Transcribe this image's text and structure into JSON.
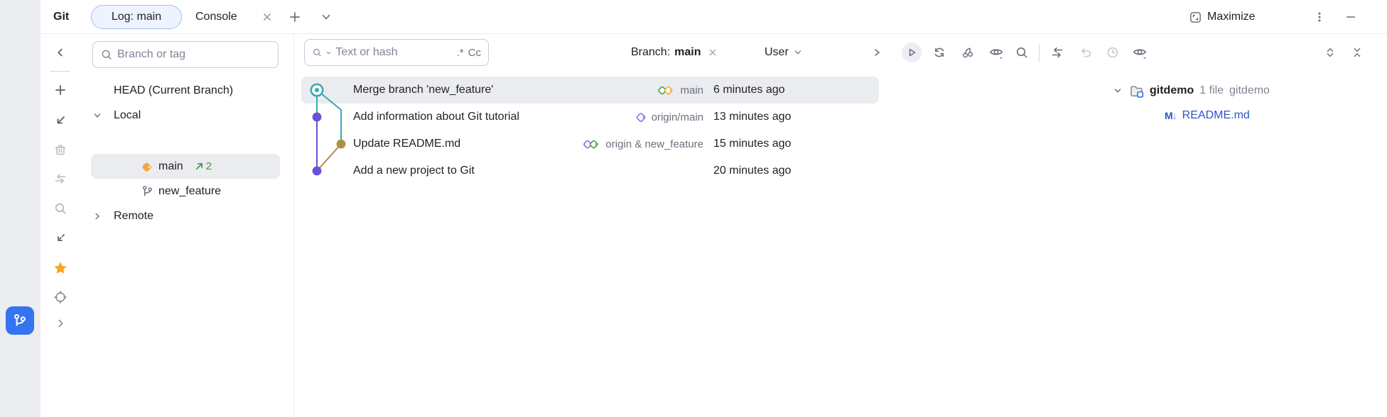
{
  "colors": {
    "accent_blue": "#3574F0",
    "graph_teal": "#3BA8B2",
    "graph_purple": "#6B4FD8",
    "graph_olive": "#B08F44",
    "tag_yellow": "#F2A63B",
    "tag_green": "#43A047",
    "tag_purple": "#9168F0",
    "outgoing_green": "#40944C",
    "star_yellow": "#F5A623",
    "modified_blue": "#2E55C4",
    "selection_gray": "#EBECF0"
  },
  "topbar": {
    "tool_label": "Git",
    "tabs": [
      {
        "label": "Log: main"
      },
      {
        "label": "Console"
      }
    ],
    "maximize_label": "Maximize"
  },
  "branches_panel": {
    "search_placeholder": "Branch or tag",
    "head_label": "HEAD (Current Branch)",
    "local_label": "Local",
    "remote_label": "Remote",
    "main_branch": "main",
    "main_outgoing_count": "2",
    "feature_branch": "new_feature"
  },
  "log_panel": {
    "search_placeholder": "Text or hash",
    "regex_toggle": ".*",
    "match_case_toggle": "Cc",
    "branch_filter_label": "Branch:",
    "branch_filter_value": "main",
    "user_filter_label": "User",
    "commits": [
      {
        "message": "Merge branch 'new_feature'",
        "refs": "main",
        "time": "6 minutes ago"
      },
      {
        "message": "Add information about Git tutorial",
        "refs": "origin/main",
        "time": "13 minutes ago"
      },
      {
        "message": "Update README.md",
        "refs": "origin & new_feature",
        "time": "15 minutes ago"
      },
      {
        "message": "Add a new project to Git",
        "refs": "",
        "time": "20 minutes ago"
      }
    ]
  },
  "details_panel": {
    "root_name": "gitdemo",
    "root_file_count": "1 file",
    "root_path": "gitdemo",
    "file_icon_letter": "M",
    "file_name": "README.md"
  }
}
